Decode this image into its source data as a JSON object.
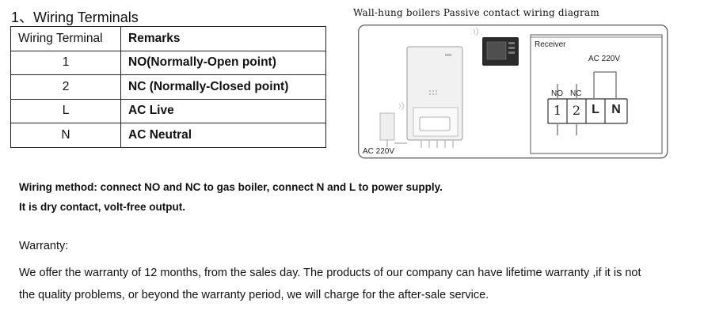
{
  "section": {
    "title": "1、Wiring Terminals"
  },
  "table": {
    "headers": [
      "Wiring Terminal",
      "Remarks"
    ],
    "rows": [
      {
        "terminal": "1",
        "remark": "NO(Normally-Open point)"
      },
      {
        "terminal": "2",
        "remark": "NC (Normally-Closed point)"
      },
      {
        "terminal": "L",
        "remark": "AC Live"
      },
      {
        "terminal": "N",
        "remark": "AC Neutral"
      }
    ]
  },
  "diagram": {
    "title": "Wall-hung boilers Passive contact wiring diagram",
    "receiver_label": "Receiver",
    "ac_top_label": "AC 220V",
    "no_label": "NO",
    "nc_label": "NC",
    "terminals": [
      "1",
      "2",
      "L",
      "N"
    ],
    "ac_bottom_label": "AC 220V"
  },
  "notes": {
    "wiring_method": "Wiring method:  connect NO and NC to gas boiler, connect N and L to power supply.",
    "dry_contact": "It is dry contact, volt-free output."
  },
  "warranty": {
    "heading": "Warranty:",
    "line1": "We offer the warranty of 12 months, from the sales day. The products of our company can have lifetime warranty ,if it is not",
    "line2": "the quality problems, or beyond the warranty period, we will charge for the after-sale service."
  }
}
